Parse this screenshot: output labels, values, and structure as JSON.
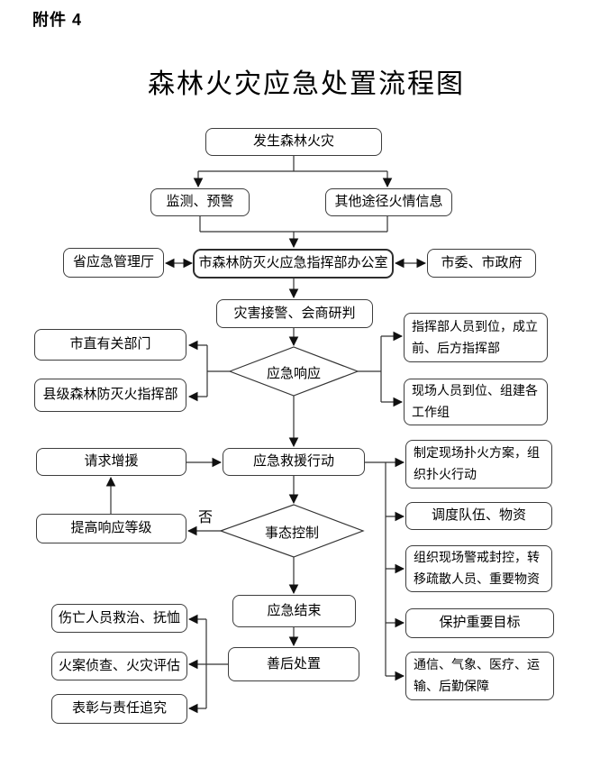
{
  "attachment_label": "附件 4",
  "title": "森林火灾应急处置流程图",
  "nodes": {
    "start": {
      "label": "发生森林火灾"
    },
    "monitor": {
      "label": "监测、预警"
    },
    "other_info": {
      "label": "其他途径火情信息"
    },
    "province_dept": {
      "label": "省应急管理厅"
    },
    "office": {
      "label": "市森林防灭火应急指挥部办公室"
    },
    "city_gov": {
      "label": "市委、市政府"
    },
    "alarm": {
      "label": "灾害接警、会商研判"
    },
    "city_depts": {
      "label": "市直有关部门"
    },
    "county_hq": {
      "label": "县级森林防灭火指挥部"
    },
    "hq_ready": {
      "label": "指挥部人员到位，成立前、后方指挥部"
    },
    "onsite_ready": {
      "label": "现场人员到位、组建各工作组"
    },
    "reinforce": {
      "label": "请求增援"
    },
    "rescue": {
      "label": "应急救援行动"
    },
    "plan": {
      "label": "制定现场扑火方案，组织扑火行动"
    },
    "raise_level": {
      "label": "提高响应等级"
    },
    "dispatch": {
      "label": "调度队伍、物资"
    },
    "cordon": {
      "label": "组织现场警戒封控，转移疏散人员、重要物资"
    },
    "end": {
      "label": "应急结束"
    },
    "protect": {
      "label": "保护重要目标"
    },
    "aftermath": {
      "label": "善后处置"
    },
    "comm_support": {
      "label": "通信、气象、医疗、运输、后勤保障"
    },
    "casualty": {
      "label": "伤亡人员救治、抚恤"
    },
    "investigation": {
      "label": "火案侦查、火灾评估"
    },
    "commend": {
      "label": "表彰与责任追究"
    }
  },
  "decisions": {
    "response": {
      "label": "应急响应"
    },
    "control": {
      "label": "事态控制"
    }
  },
  "edge_labels": {
    "no": "否"
  },
  "colors": {
    "line": "#333333",
    "border": "#3d3d3d",
    "background": "#ffffff",
    "text": "#000000"
  }
}
